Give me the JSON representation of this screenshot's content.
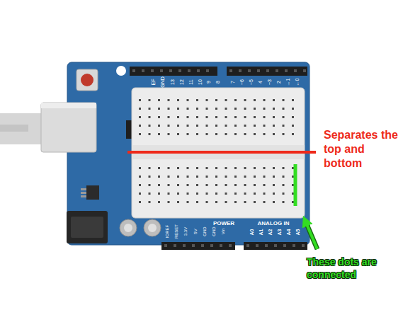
{
  "diagram": {
    "labels": [
      "EF",
      "GND",
      "13",
      "12",
      "11",
      "10",
      "9",
      "8",
      "7",
      "~6",
      "~5",
      "4",
      "~3",
      "2",
      "→1",
      "←0",
      "IOREF",
      "RESET",
      "3.3V",
      "5V",
      "GND",
      "GND",
      "Vin",
      "POWER",
      "ANALOG IN",
      "A0",
      "A1",
      "A2",
      "A3",
      "A4",
      "A5",
      "Separates the top and bottom",
      "These dots are connected"
    ]
  }
}
